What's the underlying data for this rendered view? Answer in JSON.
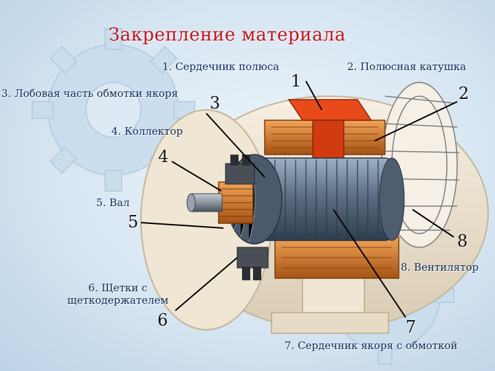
{
  "title": "Закрепление материала",
  "labels": [
    {
      "id": "pole-core",
      "text": "1. Сердечник полюса",
      "number": "1"
    },
    {
      "id": "pole-coil",
      "text": "2. Полюсная катушка",
      "number": "2"
    },
    {
      "id": "armature-winding-end",
      "text": "3. Лобовая часть обмотки якоря",
      "number": "3"
    },
    {
      "id": "commutator",
      "text": "4. Коллектор",
      "number": "4"
    },
    {
      "id": "shaft",
      "text": "5. Вал",
      "number": "5"
    },
    {
      "id": "brushes",
      "text": "6. Щетки с щеткодержателем",
      "number": "6"
    },
    {
      "id": "armature-core",
      "text": "7. Сердечник якоря с обмоткой",
      "number": "7"
    },
    {
      "id": "fan",
      "text": "8. Вентилятор",
      "number": "8"
    }
  ]
}
